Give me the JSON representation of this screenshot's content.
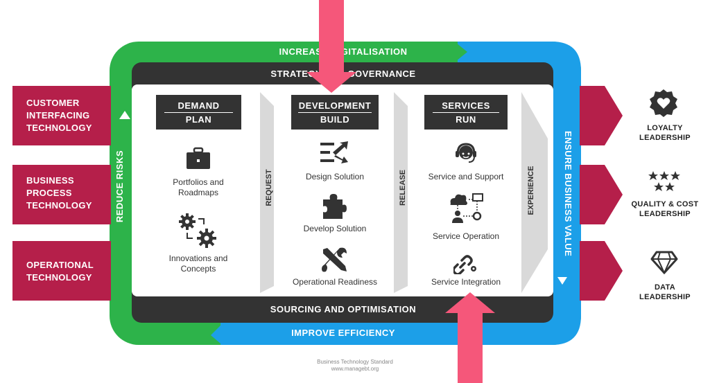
{
  "top_label": "INCREASE DIGITALISATION",
  "bottom_label": "IMPROVE EFFICIENCY",
  "left_label": "REDUCE RISKS",
  "right_label": "ENSURE BUSINESS VALUE",
  "strategy_label": "STRATEGY AND GOVERNANCE",
  "sourcing_label": "SOURCING AND OPTIMISATION",
  "inputs": [
    {
      "line1": "CUSTOMER",
      "line2": "INTERFACING",
      "line3": "TECHNOLOGY"
    },
    {
      "line1": "BUSINESS",
      "line2": "PROCESS",
      "line3": "TECHNOLOGY"
    },
    {
      "line1": "OPERATIONAL",
      "line2": "TECHNOLOGY",
      "line3": ""
    }
  ],
  "columns": [
    {
      "top": "DEMAND",
      "bottom": "PLAN",
      "items": [
        {
          "icon": "briefcase-icon",
          "line1": "Portfolios and",
          "line2": "Roadmaps"
        },
        {
          "icon": "gears-icon",
          "line1": "Innovations and",
          "line2": "Concepts"
        }
      ]
    },
    {
      "top": "DEVELOPMENT",
      "bottom": "BUILD",
      "items": [
        {
          "icon": "shuffle-icon",
          "line1": "Design Solution",
          "line2": ""
        },
        {
          "icon": "puzzle-icon",
          "line1": "Develop Solution",
          "line2": ""
        },
        {
          "icon": "tools-icon",
          "line1": "Operational Readiness",
          "line2": ""
        }
      ]
    },
    {
      "top": "SERVICES",
      "bottom": "RUN",
      "items": [
        {
          "icon": "headset-icon",
          "line1": "Service and Support",
          "line2": ""
        },
        {
          "icon": "cloud-network-icon",
          "line1": "Service Operation",
          "line2": ""
        },
        {
          "icon": "link-gear-icon",
          "line1": "Service Integration",
          "line2": ""
        }
      ]
    }
  ],
  "transitions": [
    "REQUEST",
    "RELEASE",
    "EXPERIENCE"
  ],
  "outputs": [
    {
      "icon": "heart-badge-icon",
      "line1": "LOYALTY",
      "line2": "LEADERSHIP"
    },
    {
      "icon": "stars-icon",
      "line1": "QUALITY & COST",
      "line2": "LEADERSHIP"
    },
    {
      "icon": "diamond-icon",
      "line1": "DATA",
      "line2": "LEADERSHIP"
    }
  ],
  "footer": {
    "line1": "Business Technology Standard",
    "line2": "www.managebt.org"
  },
  "colors": {
    "green": "#2DB34A",
    "blue": "#1C9FE8",
    "dark": "#333333",
    "crimson": "#B51F4A",
    "pink": "#F5577A",
    "chevron": "#D9D9D9"
  }
}
